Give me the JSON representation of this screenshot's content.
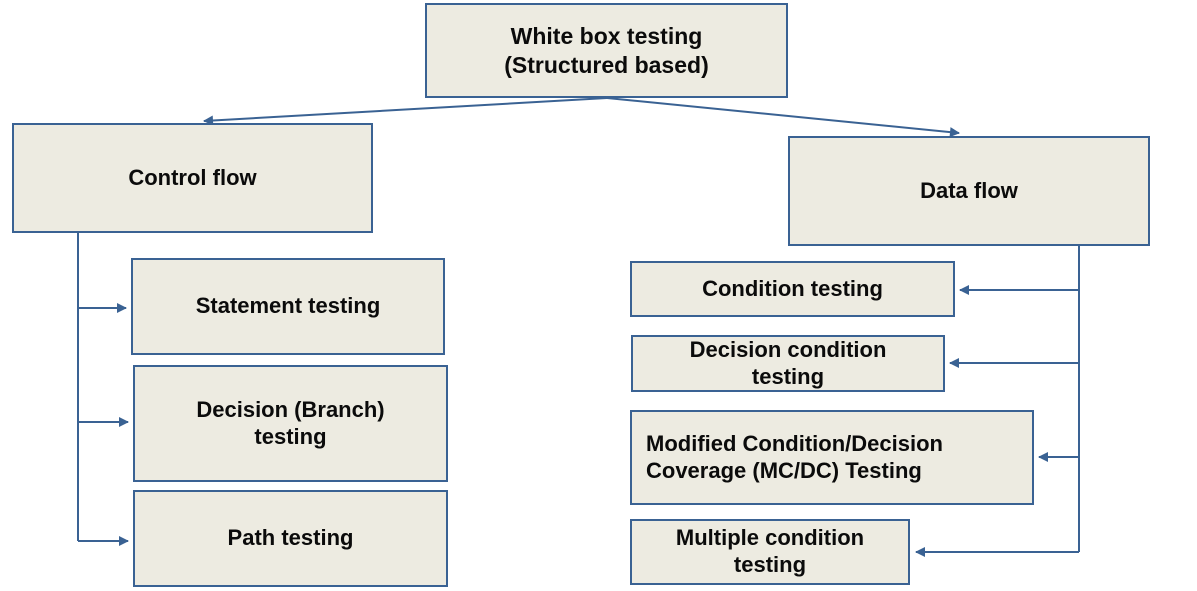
{
  "diagram": {
    "colors": {
      "box_fill": "#EDEBE1",
      "box_border": "#3A6293",
      "connector": "#3A6293",
      "text": "#0B0B0B",
      "background": "#FFFFFF"
    },
    "nodes": {
      "root": {
        "label": "White box testing\n(Structured based)"
      },
      "control_flow": {
        "label": "Control flow"
      },
      "data_flow": {
        "label": "Data flow"
      },
      "statement_testing": {
        "label": "Statement testing"
      },
      "decision_branch_testing": {
        "label": "Decision (Branch)\ntesting"
      },
      "path_testing": {
        "label": "Path testing"
      },
      "condition_testing": {
        "label": "Condition testing"
      },
      "decision_condition_testing": {
        "label": "Decision condition\ntesting"
      },
      "mcdc_testing": {
        "label": "Modified Condition/Decision\nCoverage (MC/DC) Testing"
      },
      "multiple_condition_testing": {
        "label": "Multiple condition\ntesting"
      }
    },
    "edges": [
      {
        "from": "root",
        "to": "control_flow"
      },
      {
        "from": "root",
        "to": "data_flow"
      },
      {
        "from": "control_flow",
        "to": "statement_testing"
      },
      {
        "from": "control_flow",
        "to": "decision_branch_testing"
      },
      {
        "from": "control_flow",
        "to": "path_testing"
      },
      {
        "from": "data_flow",
        "to": "condition_testing"
      },
      {
        "from": "data_flow",
        "to": "decision_condition_testing"
      },
      {
        "from": "data_flow",
        "to": "mcdc_testing"
      },
      {
        "from": "data_flow",
        "to": "multiple_condition_testing"
      }
    ]
  }
}
